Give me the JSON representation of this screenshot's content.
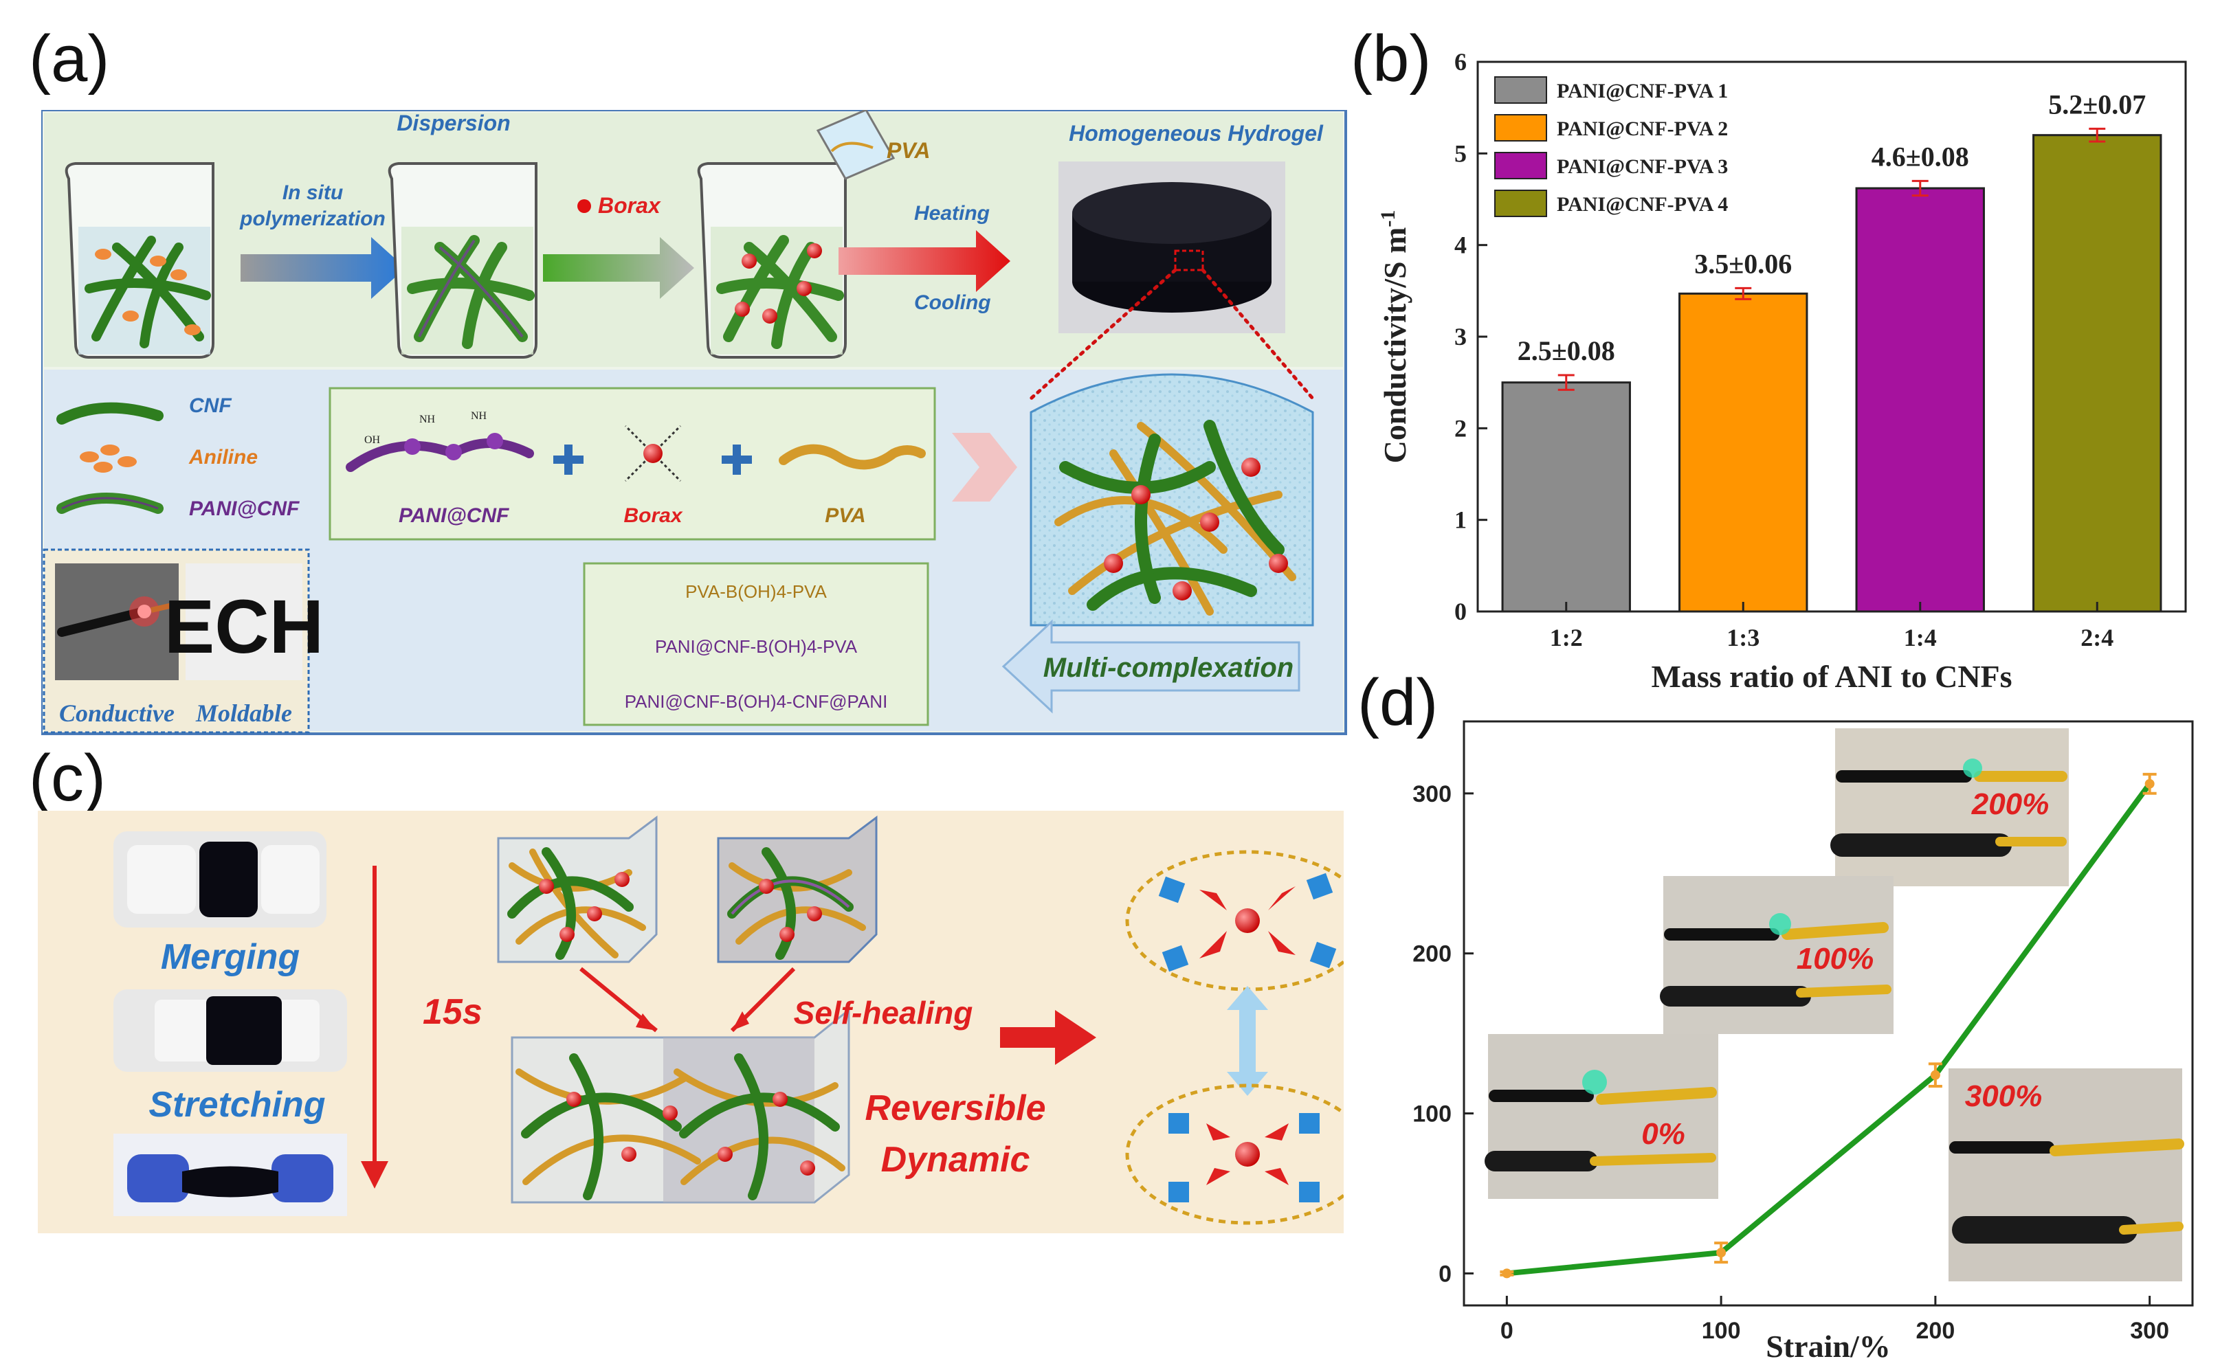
{
  "panel_labels": {
    "a": "(a)",
    "b": "(b)",
    "c": "(c)",
    "d": "(d)"
  },
  "panel_a": {
    "dispersion": "Dispersion",
    "in_situ_line1": "In situ",
    "in_situ_line2": "polymerization",
    "borax": "Borax",
    "pva": "PVA",
    "homogeneous_hydrogel": "Homogeneous Hydrogel",
    "heating": "Heating",
    "cooling": "Cooling",
    "legend_cnf": "CNF",
    "legend_aniline": "Aniline",
    "legend_pani_cnf": "PANI@CNF",
    "comp_pani_cnf": "PANI@CNF",
    "comp_borax": "Borax",
    "comp_pva": "PVA",
    "photo_conductive": "Conductive",
    "photo_moldable": "Moldable",
    "ech_text": "ECH",
    "complex_1": "PVA-B(OH)4-PVA",
    "complex_2": "PANI@CNF-B(OH)4-PVA",
    "complex_3": "PANI@CNF-B(OH)4-CNF@PANI",
    "multi_complexation": "Multi-complexation",
    "struct_nh1": "NH",
    "struct_nh2": "NH",
    "struct_oh": "OH",
    "colors": {
      "panel_border": "#4a7ab8",
      "green_bg": "#e4efdc",
      "blue_bg": "#dce8f3",
      "label_blue": "#2f6db5",
      "label_orange": "#e07b1f",
      "label_purple": "#6a2c8a"
    }
  },
  "panel_c": {
    "merging": "Merging",
    "stretching": "Stretching",
    "time": "15s",
    "self_healing": "Self-healing",
    "reversible": "Reversible",
    "dynamic": "Dynamic",
    "colors": {
      "bg": "#f8ecd6",
      "text_blue": "#2a78c8",
      "text_red": "#e02020"
    }
  },
  "chart_data": [
    {
      "type": "bar",
      "categories": [
        "1:2",
        "1:3",
        "1:4",
        "2:4"
      ],
      "values": [
        2.5,
        3.47,
        4.62,
        5.2
      ],
      "errors": [
        0.08,
        0.06,
        0.08,
        0.07
      ],
      "data_labels": [
        "2.5±0.08",
        "3.5±0.06",
        "4.6±0.08",
        "5.2±0.07"
      ],
      "series_names": [
        "PANI@CNF-PVA 1",
        "PANI@CNF-PVA 2",
        "PANI@CNF-PVA 3",
        "PANI@CNF-PVA 4"
      ],
      "colors": [
        "#8c8c8c",
        "#ff9500",
        "#a6129e",
        "#8c8a10"
      ],
      "xlabel": "Mass ratio of ANI to CNFs",
      "ylabel": "Conductivity/S m",
      "ylabel_sup": "-1",
      "ylim": [
        0,
        6
      ],
      "yticks": [
        "0",
        "1",
        "2",
        "3",
        "4",
        "5",
        "6"
      ],
      "legend": "top-left"
    },
    {
      "type": "line",
      "x": [
        0,
        100,
        200,
        300
      ],
      "y": [
        0,
        13,
        124,
        306
      ],
      "errors": [
        1,
        6,
        7,
        6
      ],
      "xlabel": "Strain/%",
      "ylabel": "",
      "xlim": [
        -20,
        320
      ],
      "ylim": [
        -20,
        345
      ],
      "xticks": [
        "0",
        "100",
        "200",
        "300"
      ],
      "yticks": [
        "0",
        "100",
        "200",
        "300"
      ],
      "inset_labels": [
        "200%",
        "100%",
        "0%",
        "300%"
      ],
      "line_color": "#1f9a1f",
      "marker_color": "#f0a030"
    }
  ]
}
